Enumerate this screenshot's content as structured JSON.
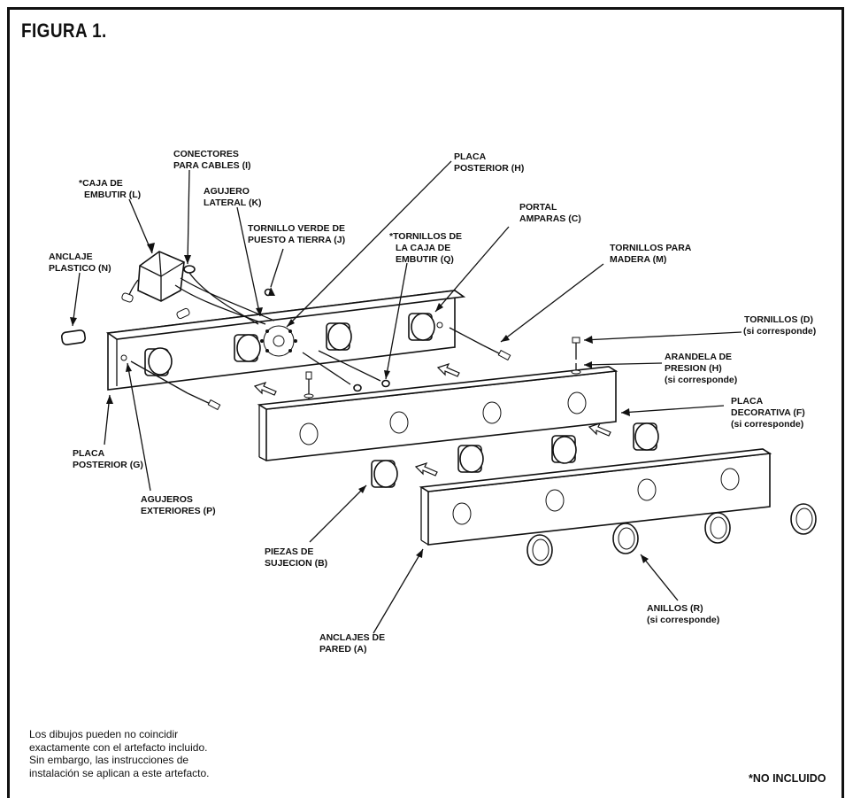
{
  "figure_title": "FIGURA 1.",
  "labels": {
    "caja": [
      "*CAJA DE",
      "EMBUTIR (L)"
    ],
    "conectores": [
      "CONECTORES",
      "PARA CABLES (I)"
    ],
    "agujero_lateral": [
      "AGUJERO",
      "LATERAL (K)"
    ],
    "tornillo_verde": [
      "TORNILLO VERDE DE",
      "PUESTO A TIERRA (J)"
    ],
    "placa_posterior_h": [
      "PLACA",
      "POSTERIOR (H)"
    ],
    "tornillos_caja": [
      "*TORNILLOS DE",
      "LA CAJA DE",
      "EMBUTIR (Q)"
    ],
    "portal": [
      "PORTAL",
      "AMPARAS (C)"
    ],
    "tornillos_madera": [
      "TORNILLOS PARA",
      "MADERA (M)"
    ],
    "anclaje": [
      "ANCLAJE",
      "PLASTICO (N)"
    ],
    "tornillos_d": [
      "TORNILLOS (D)",
      "(si corresponde)"
    ],
    "arandela": [
      "ARANDELA DE",
      "PRESION (H)",
      "(si corresponde)"
    ],
    "placa_decorativa": [
      "PLACA",
      "DECORATIVA (F)",
      "(si corresponde)"
    ],
    "placa_posterior_g": [
      "PLACA",
      "POSTERIOR (G)"
    ],
    "agujeros": [
      "AGUJEROS",
      "EXTERIORES (P)"
    ],
    "piezas": [
      "PIEZAS DE",
      "SUJECION (B)"
    ],
    "anillos": [
      "ANILLOS (R)",
      "(si corresponde)"
    ],
    "anclajes_pared": [
      "ANCLAJES DE",
      "PARED (A)"
    ]
  },
  "disclaimer": [
    "Los dibujos pueden no coincidir",
    "exactamente con el artefacto incluido.",
    "Sin embargo, las instrucciones de",
    "instalación se aplican a este artefacto."
  ],
  "not_included": "*NO INCLUIDO"
}
